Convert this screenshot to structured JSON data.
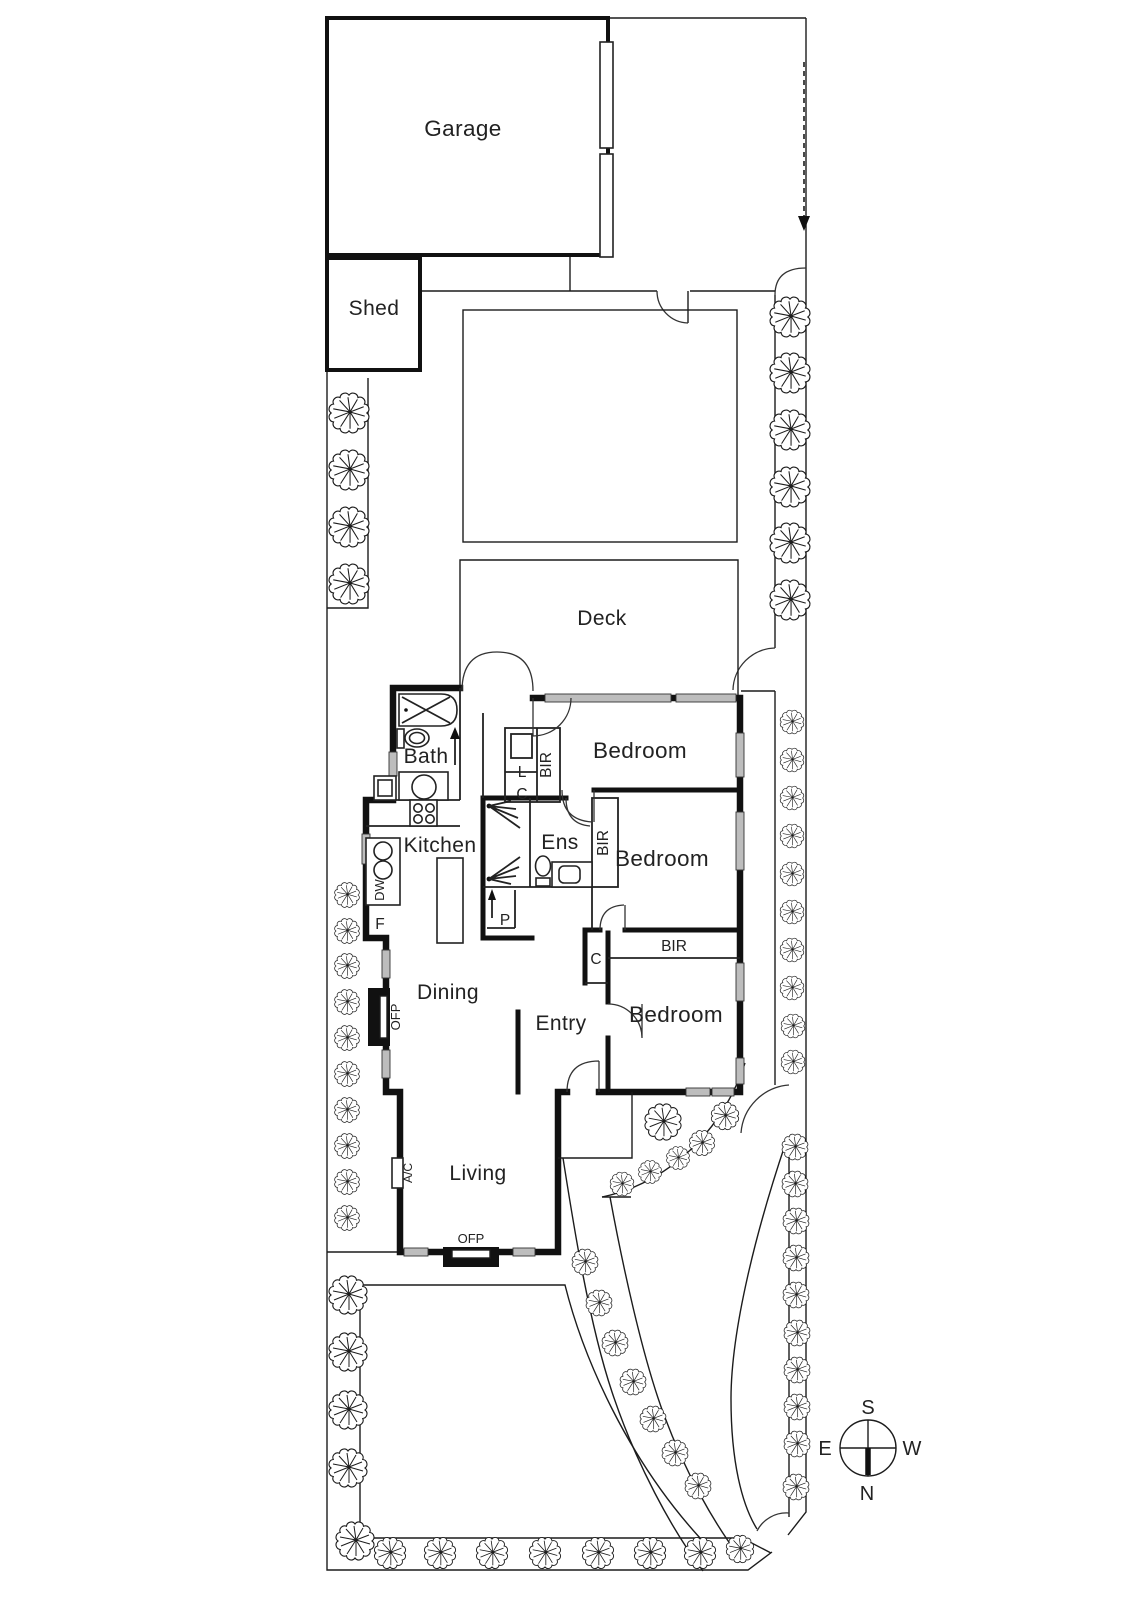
{
  "rooms": {
    "garage": "Garage",
    "shed": "Shed",
    "deck": "Deck",
    "bath": "Bath",
    "kitchen": "Kitchen",
    "ensuite": "Ens",
    "dining": "Dining",
    "entry": "Entry",
    "living": "Living",
    "bedroom1": "Bedroom",
    "bedroom2": "Bedroom",
    "bedroom3": "Bedroom"
  },
  "fixtures": {
    "bir1": "BIR",
    "bir2": "BIR",
    "bir3": "BIR",
    "linen": "L",
    "cupboard1": "C",
    "cupboard2": "C",
    "pantry": "P",
    "fridge": "F",
    "dishwasher": "DW",
    "ofp_dining": "OFP",
    "ofp_living": "OFP",
    "air_conditioner": "A/C"
  },
  "compass": {
    "south": "S",
    "east": "E",
    "west": "W",
    "north": "N"
  },
  "site": {
    "trees": [
      [
        349,
        413,
        1.05
      ],
      [
        349,
        470,
        1.05
      ],
      [
        349,
        527,
        1.05
      ],
      [
        349,
        584,
        1.05
      ],
      [
        347,
        895,
        0.65
      ],
      [
        347,
        931,
        0.65
      ],
      [
        347,
        966,
        0.65
      ],
      [
        347,
        1002,
        0.65
      ],
      [
        347,
        1038,
        0.65
      ],
      [
        347,
        1074,
        0.65
      ],
      [
        347,
        1110,
        0.65
      ],
      [
        347,
        1146,
        0.65
      ],
      [
        347,
        1182,
        0.65
      ],
      [
        347,
        1218,
        0.65
      ],
      [
        348,
        1295,
        1.0
      ],
      [
        348,
        1352,
        1.0
      ],
      [
        348,
        1410,
        1.0
      ],
      [
        348,
        1468,
        1.0
      ],
      [
        355,
        1541,
        1.0
      ],
      [
        390,
        1553,
        0.82
      ],
      [
        440,
        1553,
        0.82
      ],
      [
        492,
        1553,
        0.82
      ],
      [
        545,
        1553,
        0.82
      ],
      [
        598,
        1553,
        0.82
      ],
      [
        650,
        1553,
        0.82
      ],
      [
        700,
        1553,
        0.82
      ],
      [
        740,
        1549,
        0.72
      ],
      [
        790,
        317,
        1.05
      ],
      [
        790,
        373,
        1.05
      ],
      [
        790,
        430,
        1.05
      ],
      [
        790,
        487,
        1.05
      ],
      [
        790,
        543,
        1.05
      ],
      [
        790,
        600,
        1.05
      ],
      [
        792,
        722,
        0.62
      ],
      [
        792,
        760,
        0.62
      ],
      [
        792,
        798,
        0.62
      ],
      [
        792,
        836,
        0.62
      ],
      [
        792,
        874,
        0.62
      ],
      [
        792,
        912,
        0.62
      ],
      [
        792,
        950,
        0.62
      ],
      [
        792,
        988,
        0.62
      ],
      [
        793,
        1026,
        0.62
      ],
      [
        793,
        1062,
        0.62
      ],
      [
        795,
        1147,
        0.68
      ],
      [
        795,
        1184,
        0.68
      ],
      [
        796,
        1221,
        0.68
      ],
      [
        796,
        1258,
        0.68
      ],
      [
        796,
        1295,
        0.68
      ],
      [
        797,
        1333,
        0.68
      ],
      [
        797,
        1370,
        0.68
      ],
      [
        797,
        1407,
        0.68
      ],
      [
        797,
        1444,
        0.68
      ],
      [
        796,
        1487,
        0.68
      ],
      [
        663,
        1122,
        0.95
      ],
      [
        725,
        1116,
        0.72
      ],
      [
        702,
        1143,
        0.66
      ],
      [
        678,
        1158,
        0.6
      ],
      [
        650,
        1172,
        0.6
      ],
      [
        622,
        1184,
        0.62
      ],
      [
        585,
        1262,
        0.68
      ],
      [
        599,
        1303,
        0.68
      ],
      [
        615,
        1343,
        0.68
      ],
      [
        633,
        1382,
        0.68
      ],
      [
        653,
        1419,
        0.68
      ],
      [
        675,
        1453,
        0.68
      ],
      [
        698,
        1486,
        0.68
      ]
    ]
  }
}
